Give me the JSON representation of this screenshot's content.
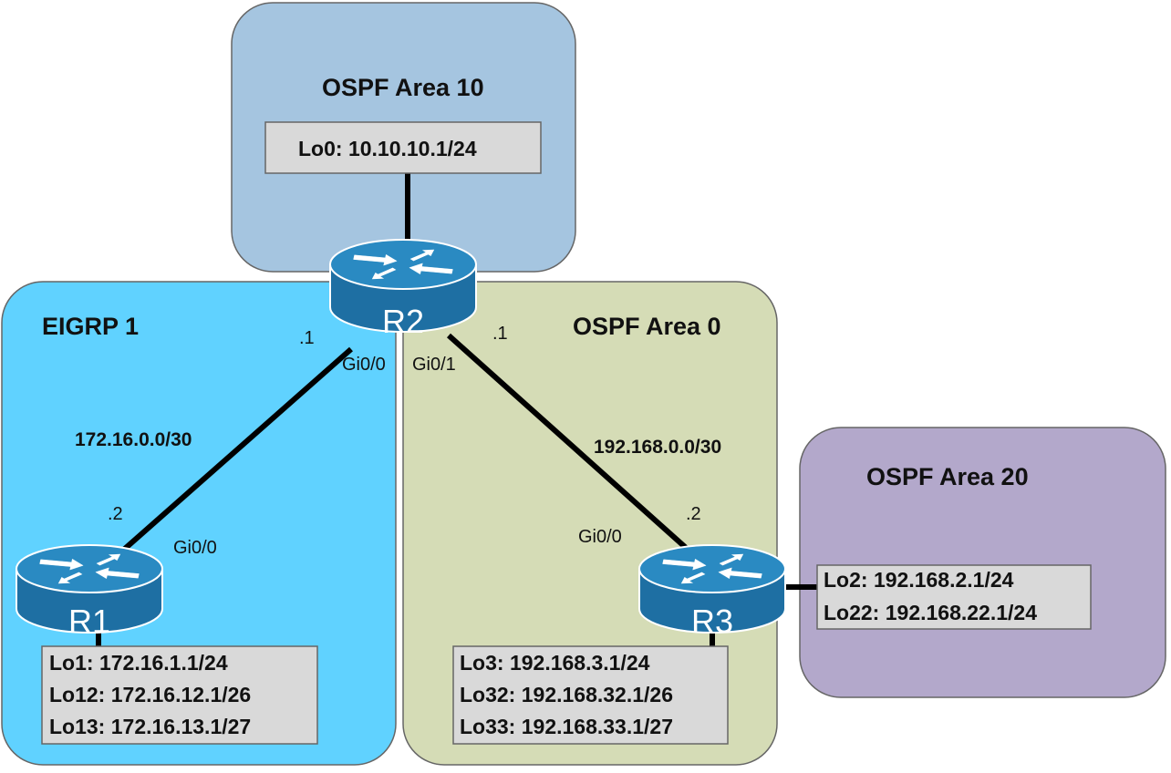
{
  "areas": {
    "ospf_area_10": {
      "title": "OSPF Area 10",
      "color": "#a5c5e0"
    },
    "eigrp_1": {
      "title": "EIGRP 1",
      "color": "#60d2ff"
    },
    "ospf_area_0": {
      "title": "OSPF Area 0",
      "color": "#d5dcb6"
    },
    "ospf_area_20": {
      "title": "OSPF Area 20",
      "color": "#b3a8cb"
    }
  },
  "routers": {
    "r1": {
      "name": "R1"
    },
    "r2": {
      "name": "R2"
    },
    "r3": {
      "name": "R3"
    }
  },
  "links": {
    "r1_r2": {
      "network": "172.16.0.0/30",
      "r2_host": ".1",
      "r1_host": ".2",
      "r2_intf": "Gi0/0",
      "r1_intf": "Gi0/0"
    },
    "r2_r3": {
      "network": "192.168.0.0/30",
      "r2_host": ".1",
      "r3_host": ".2",
      "r2_intf": "Gi0/1",
      "r3_intf": "Gi0/0"
    }
  },
  "loopbacks": {
    "r2": [
      "Lo0: 10.10.10.1/24"
    ],
    "r1": [
      "Lo1: 172.16.1.1/24",
      "Lo12: 172.16.12.1/26",
      "Lo13: 172.16.13.1/27"
    ],
    "r3_area0": [
      "Lo3: 192.168.3.1/24",
      "Lo32: 192.168.32.1/26",
      "Lo33: 192.168.33.1/27"
    ],
    "r3_area20": [
      "Lo2: 192.168.2.1/24",
      "Lo22: 192.168.22.1/24"
    ]
  },
  "colors": {
    "router_blue": "#1e6fa3",
    "router_top": "#2a8ac2",
    "loopback_box": "#d9d9d9",
    "link": "#000000"
  }
}
